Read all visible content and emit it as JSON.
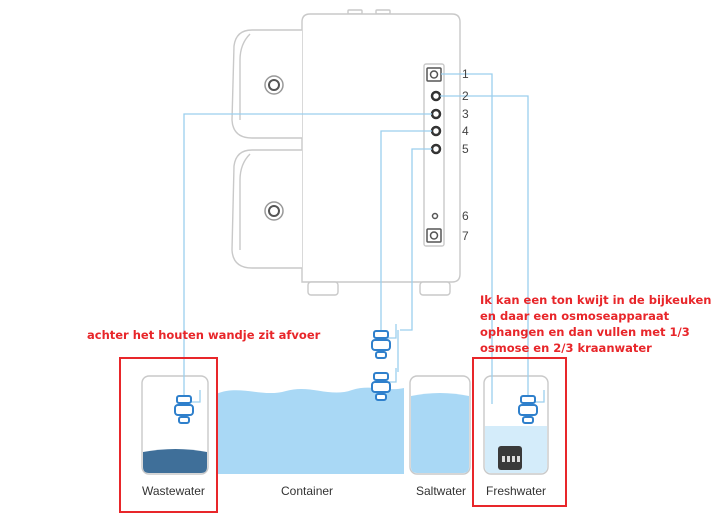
{
  "ports": [
    "1",
    "2",
    "3",
    "4",
    "5",
    "6",
    "7"
  ],
  "tanks": {
    "wastewater": "Wastewater",
    "container": "Container",
    "saltwater": "Saltwater",
    "freshwater": "Freshwater"
  },
  "notes": {
    "drain": "achter het houten wandje zit afvoer",
    "kitchen": [
      "Ik kan een ton kwijt in de bijkeuken",
      "en daar een osmoseapparaat",
      "ophangen en dan vullen met 1/3",
      "osmose en 2/3 kraanwater"
    ]
  },
  "colors": {
    "outline": "#c9c9c9",
    "pipe": "#9ccfee",
    "water": "#a9d8f5",
    "wastewater": "#3f6f99",
    "connector": "#2f80cc",
    "highlight": "#e8262a"
  }
}
